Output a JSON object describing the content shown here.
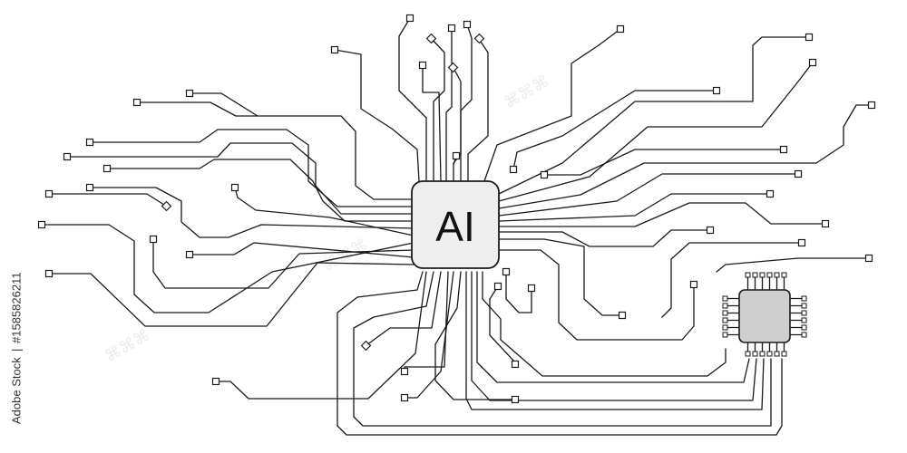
{
  "chip": {
    "label": "AI"
  },
  "side_text": {
    "brand": "Adobe Stock",
    "separator": "|",
    "id": "#1585826211"
  },
  "colors": {
    "trace": "#1a1a1a",
    "chip_fill": "#eeeeee",
    "mini_chip_fill": "#cfcfcf",
    "background": "#ffffff"
  },
  "icons": {
    "pad": "square-pad-icon",
    "via": "diamond-via-icon",
    "mini_chip": "microchip-icon"
  }
}
